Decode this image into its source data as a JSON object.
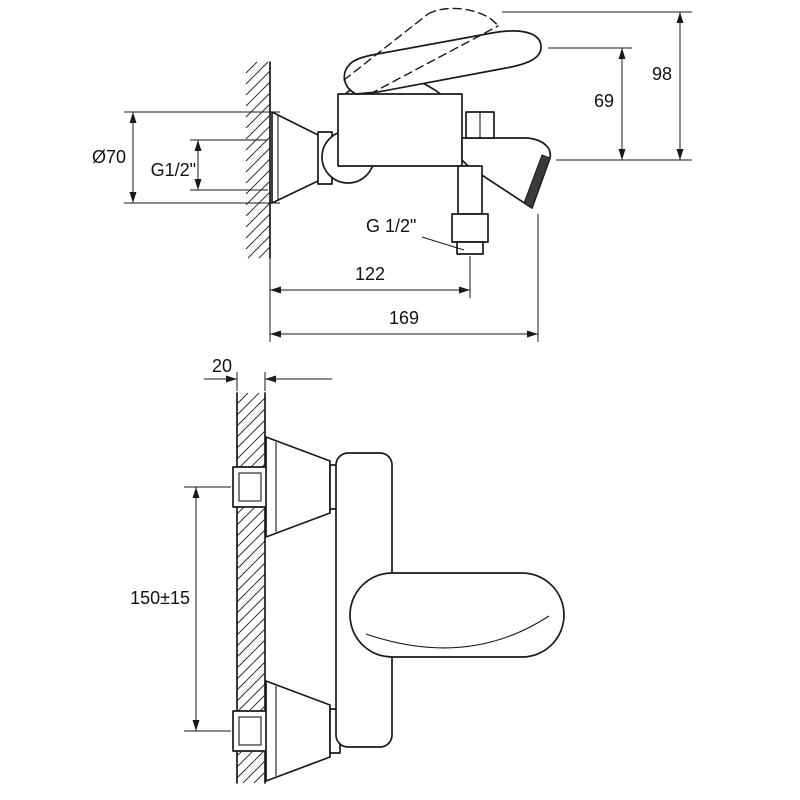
{
  "drawing": {
    "kind": "technical dimension drawing",
    "subject": "wall-mounted bath/shower mixer faucet, two projection views",
    "colors": {
      "line": "#1a1a1a",
      "background": "#ffffff"
    }
  },
  "side_view": {
    "dim_overall_height": "98",
    "dim_lever_height": "69",
    "dim_escutcheon_dia": "Ø70",
    "dim_wall_thread": "G1/2\"",
    "dim_hose_thread": "G 1/2\"",
    "dim_hose_offset": "122",
    "dim_overall_reach": "169"
  },
  "front_view": {
    "dim_wall_plate": "20",
    "dim_center_distance": "150±15"
  }
}
